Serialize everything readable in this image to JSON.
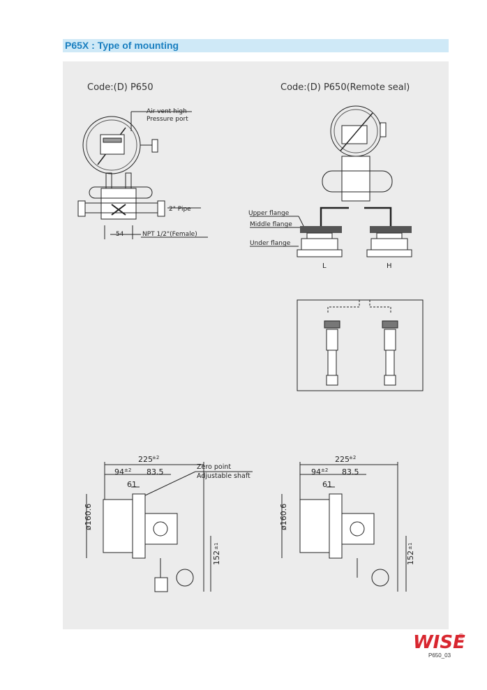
{
  "header": {
    "title": "P65X : Type of mounting"
  },
  "left_view": {
    "code": "Code:(D)  P650",
    "labels": {
      "air_vent": "Air vent high",
      "pressure_port": "Pressure port",
      "pipe": "2\" Pipe",
      "dim_54": "54",
      "npt": "NPT 1/2\"(Female)"
    }
  },
  "right_view": {
    "code": "Code:(D)  P650(Remote seal)",
    "labels": {
      "upper_flange": "Upper flange",
      "middle_flange": "Middle flange",
      "under_flange": "Under flange",
      "low": "L",
      "high": "H"
    }
  },
  "dimensions_left": {
    "width_total": "225",
    "width_total_tol": "±2",
    "dim_94": "94",
    "dim_94_tol": "±2",
    "dim_83": "83.5",
    "dim_61": "61",
    "diameter": "ø160.6",
    "height": "152",
    "height_tol": "±1",
    "zero_point": "Zero point",
    "adjustable_shaft": "Adjustable shaft"
  },
  "dimensions_right": {
    "width_total": "225",
    "width_total_tol": "±2",
    "dim_94": "94",
    "dim_94_tol": "±2",
    "dim_83": "83.5",
    "dim_61": "61",
    "diameter": "ø160.6",
    "height": "152",
    "height_tol": "±1"
  },
  "footer": {
    "logo": "WISE",
    "registered": "®",
    "page_code": "P650_03"
  },
  "colors": {
    "header_bg": "#cfe9f7",
    "header_text": "#1a7fc0",
    "panel_bg": "#ececec",
    "logo_red": "#d8262f"
  }
}
